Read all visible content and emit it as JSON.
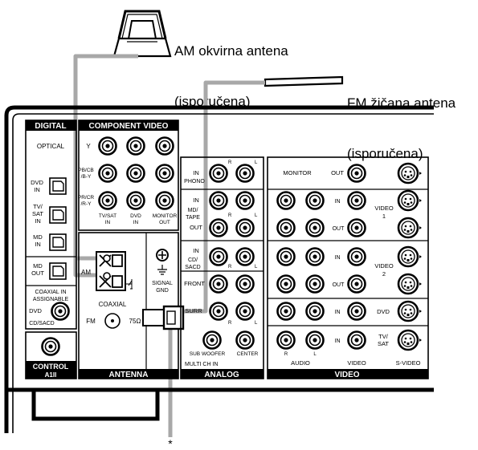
{
  "callouts": {
    "am_antenna": [
      "AM okvirna antena",
      "(isporučena)"
    ],
    "fm_antenna": [
      "FM žičana antena",
      "(isporučena)"
    ],
    "bottom_mark": "*"
  },
  "sections": {
    "digital": "DIGITAL",
    "component_video": "COMPONENT VIDEO",
    "control": "CONTROL",
    "control_sub": "A1II",
    "antenna": "ANTENNA",
    "analog": "ANALOG",
    "video": "VIDEO"
  },
  "digital": {
    "optical": "OPTICAL",
    "dvd_in": [
      "DVD",
      "IN"
    ],
    "tvsat_in": [
      "TV/",
      "SAT",
      "IN"
    ],
    "md_in": [
      "MD",
      "IN"
    ],
    "md_out": [
      "MD",
      "OUT"
    ],
    "coaxial_in": [
      "COAXIAL IN",
      "ASSIGNABLE"
    ],
    "dvd_coax": "DVD",
    "cdsacd": "CD/SACD"
  },
  "component": {
    "y": "Y",
    "pb": [
      "PB/CB",
      "/B-Y"
    ],
    "pr": [
      "PR/CR",
      "/R-Y"
    ],
    "tvsat_in": [
      "TV/SAT",
      "IN"
    ],
    "dvd_in": [
      "DVD",
      "IN"
    ],
    "monitor_out": [
      "MONITOR",
      "OUT"
    ]
  },
  "antenna": {
    "am": "AM",
    "coaxial": "COAXIAL",
    "fm": "FM",
    "ohm": "75Ω",
    "signal_gnd": [
      "SIGNAL",
      "GND"
    ]
  },
  "analog": {
    "phono": [
      "IN",
      "PHONO"
    ],
    "mdtape": [
      "IN",
      "MD/",
      "TAPE",
      "OUT"
    ],
    "cdsacd": [
      "IN",
      "CD/",
      "SACD"
    ],
    "front": "FRONT",
    "surr": "SURR",
    "subwoofer": "SUB WOOFER",
    "center": "CENTER",
    "multi_ch_in": "MULTI CH IN",
    "r": "R",
    "l": "L"
  },
  "video_panel": {
    "monitor": "MONITOR",
    "out": "OUT",
    "in": "IN",
    "video1": [
      "VIDEO",
      "1"
    ],
    "video2": [
      "VIDEO",
      "2"
    ],
    "dvd": "DVD",
    "tvsat": [
      "TV/",
      "SAT"
    ],
    "audio": "AUDIO",
    "video": "VIDEO",
    "svideo": "S-VIDEO",
    "r": "R",
    "l": "L"
  }
}
